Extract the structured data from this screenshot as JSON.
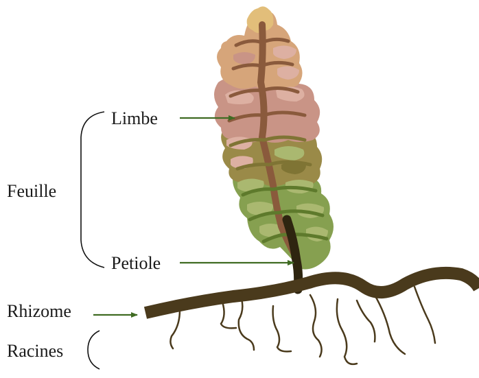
{
  "labels": {
    "limbe": "Limbe",
    "feuille": "Feuille",
    "petiole": "Petiole",
    "rhizome": "Rhizome",
    "racines": "Racines"
  },
  "colors": {
    "arrow": "#3f6b22",
    "rhizome": "#4a3a1c",
    "root": "#4a3a1c",
    "petiole": "#2e2510",
    "bracket": "#111111",
    "leaf_midrib": "#8a5a3c",
    "leaf_tip_light": "#e2be7a",
    "leaf_top_tan": "#d6a57a",
    "leaf_pink": "#c99486",
    "leaf_pink_light": "#ddb0a2",
    "leaf_olive": "#9a8a48",
    "leaf_olive_dark": "#7f7434",
    "leaf_sage": "#aab870",
    "leaf_green": "#86a050",
    "leaf_green_dark": "#5e7a2c"
  }
}
